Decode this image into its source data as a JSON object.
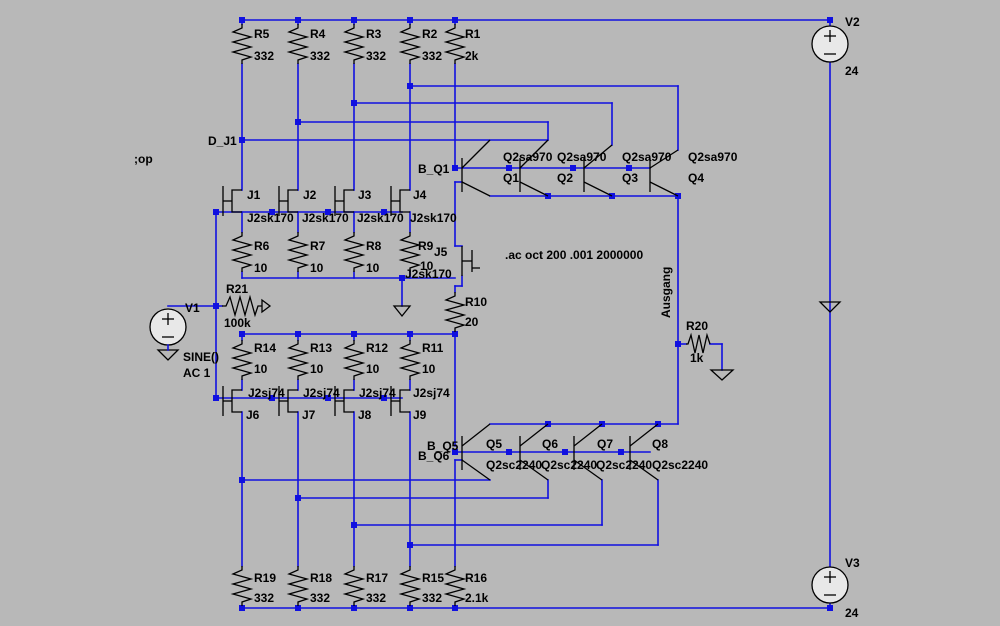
{
  "colors": {
    "background": "#b8b8b8",
    "wire": "#1010e0",
    "component": "#000000"
  },
  "directives": {
    "op": ";op",
    "ac": ".ac oct 200 .001 2000000"
  },
  "nets": {
    "d_j1": "D_J1",
    "b_q1": "B_Q1",
    "b_q5": "B_Q5",
    "b_q6": "B_Q6",
    "ausgang": "Ausgang"
  },
  "sources": {
    "v1": {
      "name": "V1",
      "value": "SINE()",
      "ac": "AC 1"
    },
    "v2": {
      "name": "V2",
      "value": "24"
    },
    "v3": {
      "name": "V3",
      "value": "24"
    }
  },
  "resistors": {
    "r1": {
      "name": "R1",
      "value": "2k"
    },
    "r2": {
      "name": "R2",
      "value": "332"
    },
    "r3": {
      "name": "R3",
      "value": "332"
    },
    "r4": {
      "name": "R4",
      "value": "332"
    },
    "r5": {
      "name": "R5",
      "value": "332"
    },
    "r6": {
      "name": "R6",
      "value": "10"
    },
    "r7": {
      "name": "R7",
      "value": "10"
    },
    "r8": {
      "name": "R8",
      "value": "10"
    },
    "r9": {
      "name": "R9",
      "value": "10"
    },
    "r10": {
      "name": "R10",
      "value": "20"
    },
    "r11": {
      "name": "R11",
      "value": "10"
    },
    "r12": {
      "name": "R12",
      "value": "10"
    },
    "r13": {
      "name": "R13",
      "value": "10"
    },
    "r14": {
      "name": "R14",
      "value": "10"
    },
    "r15": {
      "name": "R15",
      "value": "332"
    },
    "r16": {
      "name": "R16",
      "value": "2.1k"
    },
    "r17": {
      "name": "R17",
      "value": "332"
    },
    "r18": {
      "name": "R18",
      "value": "332"
    },
    "r19": {
      "name": "R19",
      "value": "332"
    },
    "r20": {
      "name": "R20",
      "value": "1k"
    },
    "r21": {
      "name": "R21",
      "value": "100k"
    }
  },
  "jfets": {
    "j1": {
      "name": "J1",
      "model": "J2sk170"
    },
    "j2": {
      "name": "J2",
      "model": "J2sk170"
    },
    "j3": {
      "name": "J3",
      "model": "J2sk170"
    },
    "j4": {
      "name": "J4",
      "model": "J2sk170"
    },
    "j5": {
      "name": "J5",
      "model": "J2sk170"
    },
    "j6": {
      "name": "J6",
      "model": "J2sj74"
    },
    "j7": {
      "name": "J7",
      "model": "J2sj74"
    },
    "j8": {
      "name": "J8",
      "model": "J2sj74"
    },
    "j9": {
      "name": "J9",
      "model": "J2sj74"
    }
  },
  "bjts": {
    "q1": {
      "name": "Q1",
      "model": "Q2sa970"
    },
    "q2": {
      "name": "Q2",
      "model": "Q2sa970"
    },
    "q3": {
      "name": "Q3",
      "model": "Q2sa970"
    },
    "q4": {
      "name": "Q4",
      "model": "Q2sa970"
    },
    "q5": {
      "name": "Q5",
      "model": "Q2sc2240"
    },
    "q6": {
      "name": "Q6",
      "model": "Q2sc2240"
    },
    "q7": {
      "name": "Q7",
      "model": "Q2sc2240"
    },
    "q8": {
      "name": "Q8",
      "model": "Q2sc2240"
    }
  }
}
